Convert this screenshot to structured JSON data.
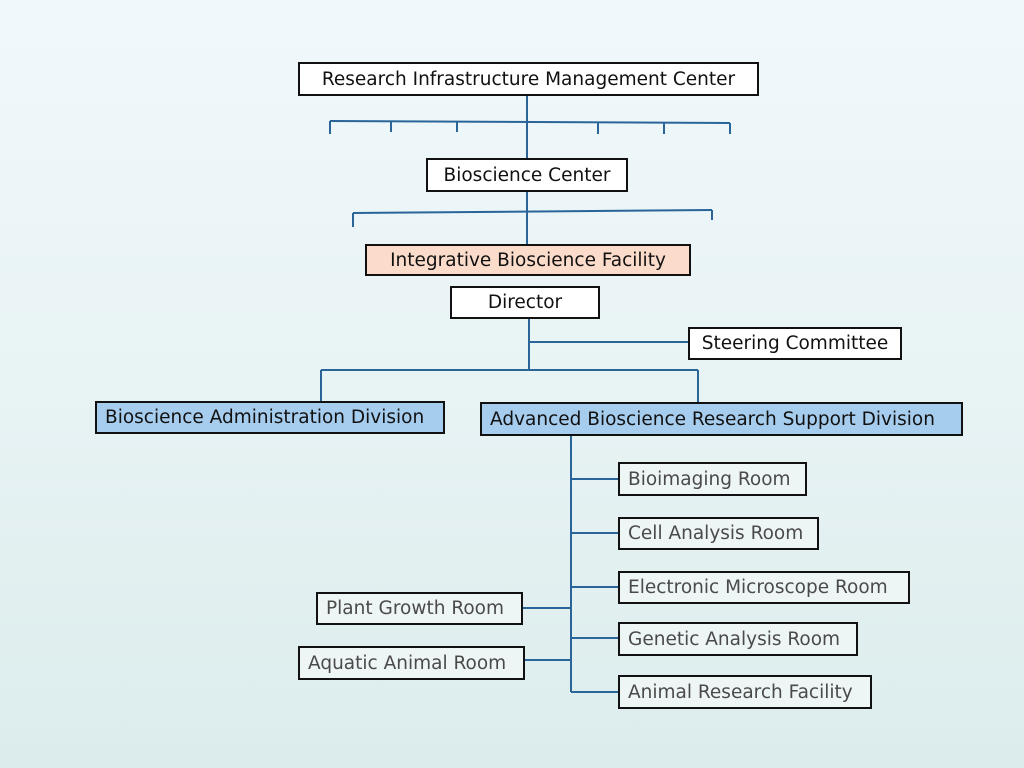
{
  "diagram": {
    "type": "org-chart",
    "nodes": {
      "rimc": "Research Infrastructure Management Center",
      "bioscience_center": "Bioscience Center",
      "ibf": "Integrative Bioscience Facility",
      "director": "Director",
      "steering_committee": "Steering Committee",
      "admin_division": "Bioscience Administration Division",
      "advanced_division": "Advanced Bioscience Research Support Division",
      "rooms": [
        "Bioimaging Room",
        "Cell Analysis Room",
        "Electronic Microscope Room",
        "Genetic Analysis Room",
        "Animal Research Facility",
        "Plant Growth Room",
        "Aquatic Animal Room"
      ]
    },
    "edges": [
      [
        "Research Infrastructure Management Center",
        "Bioscience Center"
      ],
      [
        "Bioscience Center",
        "Integrative Bioscience Facility"
      ],
      [
        "Director",
        "Steering Committee"
      ],
      [
        "Director",
        "Bioscience Administration Division"
      ],
      [
        "Director",
        "Advanced Bioscience Research Support Division"
      ],
      [
        "Advanced Bioscience Research Support Division",
        "Bioimaging Room"
      ],
      [
        "Advanced Bioscience Research Support Division",
        "Cell Analysis Room"
      ],
      [
        "Advanced Bioscience Research Support Division",
        "Electronic Microscope Room"
      ],
      [
        "Advanced Bioscience Research Support Division",
        "Genetic Analysis Room"
      ],
      [
        "Advanced Bioscience Research Support Division",
        "Animal Research Facility"
      ],
      [
        "Advanced Bioscience Research Support Division",
        "Plant Growth Room"
      ],
      [
        "Advanced Bioscience Research Support Division",
        "Aquatic Animal Room"
      ]
    ],
    "colors": {
      "line": "#2a6599",
      "facility_fill": "#fbdccb",
      "division_fill": "#a7cdee",
      "box_border": "#111111"
    }
  }
}
